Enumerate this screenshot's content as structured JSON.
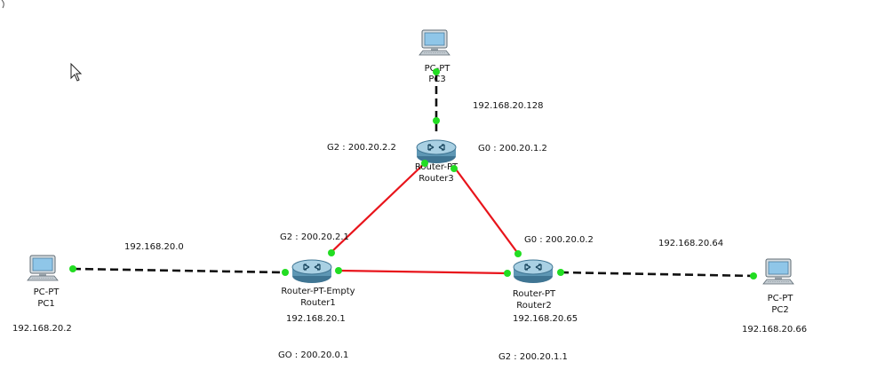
{
  "devices": {
    "pc3": {
      "type_label": "PC-PT",
      "name_label": "PC3"
    },
    "router3": {
      "type_label": "Router-PT",
      "name_label": "Router3"
    },
    "pc1": {
      "type_label": "PC-PT",
      "name_label": "PC1"
    },
    "router1": {
      "type_label": "Router-PT-Empty",
      "name_label": "Router1"
    },
    "router2": {
      "type_label": "Router-PT",
      "name_label": "Router2"
    },
    "pc2": {
      "type_label": "PC-PT",
      "name_label": "PC2"
    }
  },
  "annotations": {
    "net_pc3": "192.168.20.128",
    "r3_g2": "G2 : 200.20.2.2",
    "r3_g0": "G0 : 200.20.1.2",
    "net_pc1": "192.168.20.0",
    "r1_g2": "G2 : 200.20.2.1",
    "r2_g0": "G0 : 200.20.0.2",
    "net_pc2": "192.168.20.64",
    "pc1_ip": "192.168.20.2",
    "r1_lan": "192.168.20.1",
    "r2_lan": "192.168.20.65",
    "pc2_ip": "192.168.20.66",
    "r1_g0": "GO : 200.20.0.1",
    "r2_g2": "G2 : 200.20.1.1"
  },
  "colors": {
    "serial_link": "#e8141b",
    "ethernet_link": "#111111",
    "link_up_dot": "#22dd22",
    "router_body": "#5e97b4",
    "pc_screen": "#8fc6e8"
  },
  "icons": {
    "router": "router-icon",
    "pc": "pc-icon",
    "cursor": "mouse-pointer-icon"
  }
}
